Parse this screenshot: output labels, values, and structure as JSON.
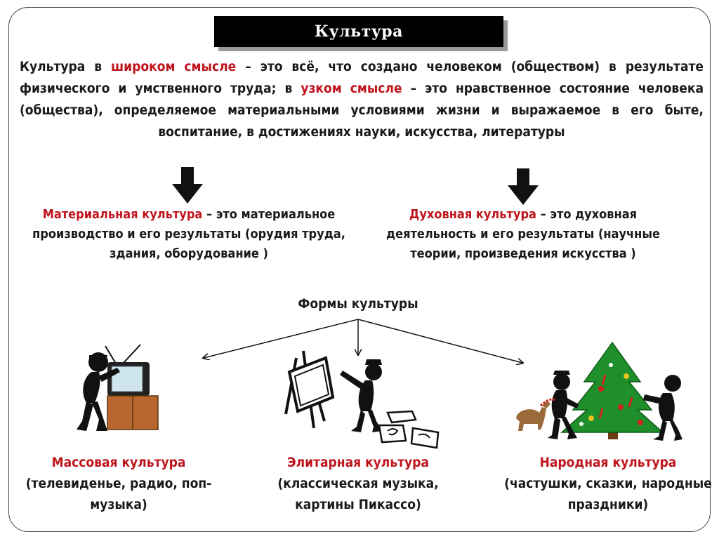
{
  "title": "Культура",
  "definition": {
    "part1": "Культура в ",
    "broad_sense": "широком смысле",
    "part2": " – это всё, что создано человеком (обществом) в результате физического и умственного труда; в ",
    "narrow_sense": "узком смысле",
    "part3": " – это нравственное состояние человека (общества), определяемое материальными условиями жизни и выражаемое в его быте, воспитание, в достижениях науки, искусства, литературы"
  },
  "material": {
    "name": "Материальная культура",
    "description": " – это материальное производство и его результаты (орудия труда, здания, оборудование )"
  },
  "spiritual": {
    "name": "Духовная культура",
    "description": " – это духовная деятельность и его результаты (научные теории, произведения искусства )"
  },
  "forms_title": "Формы культуры",
  "forms": [
    {
      "name": "Массовая культура",
      "examples": "(телевиденье, радио, поп-музыка)",
      "icon": "person-watching-tv-icon"
    },
    {
      "name": "Элитарная культура",
      "examples": "(классическая музыка, картины Пикассо)",
      "icon": "artist-painting-easel-icon"
    },
    {
      "name": "Народная культура",
      "examples": "(частушки, сказки, народные праздники)",
      "icon": "people-decorating-christmas-tree-icon"
    }
  ],
  "colors": {
    "accent": "#c0141c",
    "title_bg": "#000000",
    "text": "#1a1a1a"
  }
}
